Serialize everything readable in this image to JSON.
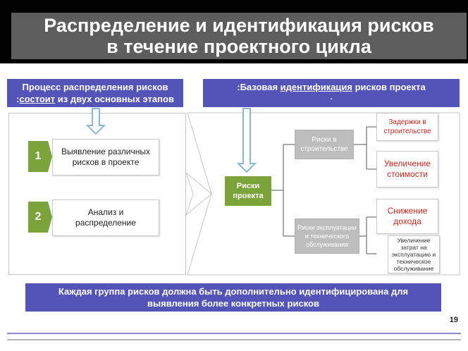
{
  "title": {
    "line1": "Распределение и идентификация рисков",
    "line2": "в течение проектного цикла"
  },
  "left_header": {
    "line1": "Процесс распределения рисков",
    "line2_prefix": ":",
    "line2_underlined": "состоит",
    "line2_rest": " из двух основных этапов"
  },
  "right_header": {
    "prefix": ":Базовая ",
    "underlined": "идентификация",
    "rest": " рисков проекта",
    "dot": "."
  },
  "steps": [
    {
      "number": "1",
      "label": "Выявление различных рисков в проекте"
    },
    {
      "number": "2",
      "label": "Анализ и распределение"
    }
  ],
  "root": {
    "label": "Риски проекта"
  },
  "branches": [
    {
      "label": "Риски в строительстве"
    },
    {
      "label": "Риски эксплуатации и технического обслуживания"
    }
  ],
  "leaves": [
    {
      "label": "Задержки в строительстве"
    },
    {
      "label": "Увеличение стоимости"
    },
    {
      "label": "Снижение дохода"
    },
    {
      "label": "Увеличение затрат на эксплуатацию и техническое обслуживание"
    }
  ],
  "bottom_note": {
    "line1": "Каждая группа рисков должна быть дополнительно идентифицирована для",
    "line2": "выявления более конкретных рисков"
  },
  "page_number": "19",
  "colors": {
    "band": "#5353b8",
    "green": "#7aa33a",
    "red_text": "#c8261f",
    "gray_box": "#bdbdbd",
    "title_bg": "#5d5d5d"
  }
}
